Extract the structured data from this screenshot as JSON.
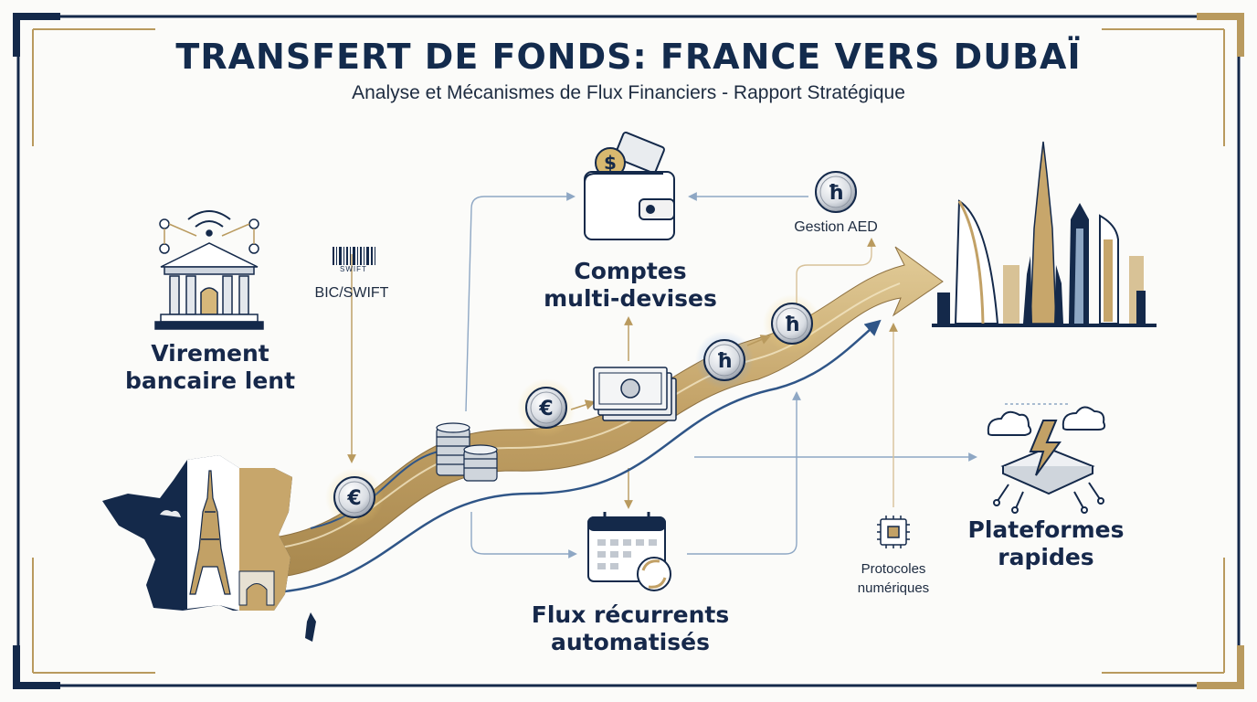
{
  "header": {
    "title": "TRANSFERT DE FONDS: FRANCE VERS DUBAÏ",
    "subtitle": "Analyse et Mécanismes de Flux Financiers - Rapport Stratégique"
  },
  "nodes": {
    "bank": {
      "label_line1": "Virement",
      "label_line2": "bancaire lent",
      "icon": "bank-icon"
    },
    "bic": {
      "label": "BIC/SWIFT",
      "barcode_text": "SWIFT",
      "icon": "barcode-icon"
    },
    "wallet": {
      "label_line1": "Comptes",
      "label_line2": "multi-devises",
      "icon": "wallet-icon"
    },
    "aed": {
      "label": "Gestion AED",
      "icon": "dirham-coin-icon"
    },
    "recurring": {
      "label_line1": "Flux récurrents",
      "label_line2": "automatisés",
      "icon": "calendar-sync-icon"
    },
    "protocols": {
      "label_line1": "Protocoles",
      "label_line2": "numériques",
      "icon": "chip-icon"
    },
    "platforms": {
      "label_line1": "Plateformes",
      "label_line2": "rapides",
      "icon": "cloud-server-icon"
    }
  },
  "symbols": {
    "euro": "€",
    "dirham": "ħ",
    "dollar": "$"
  },
  "colors": {
    "navy": "#14294a",
    "gold": "#b99a5e",
    "gold_light": "#d7c199",
    "arrow_blue": "#8ea7c4",
    "background": "#fbfbf9"
  }
}
